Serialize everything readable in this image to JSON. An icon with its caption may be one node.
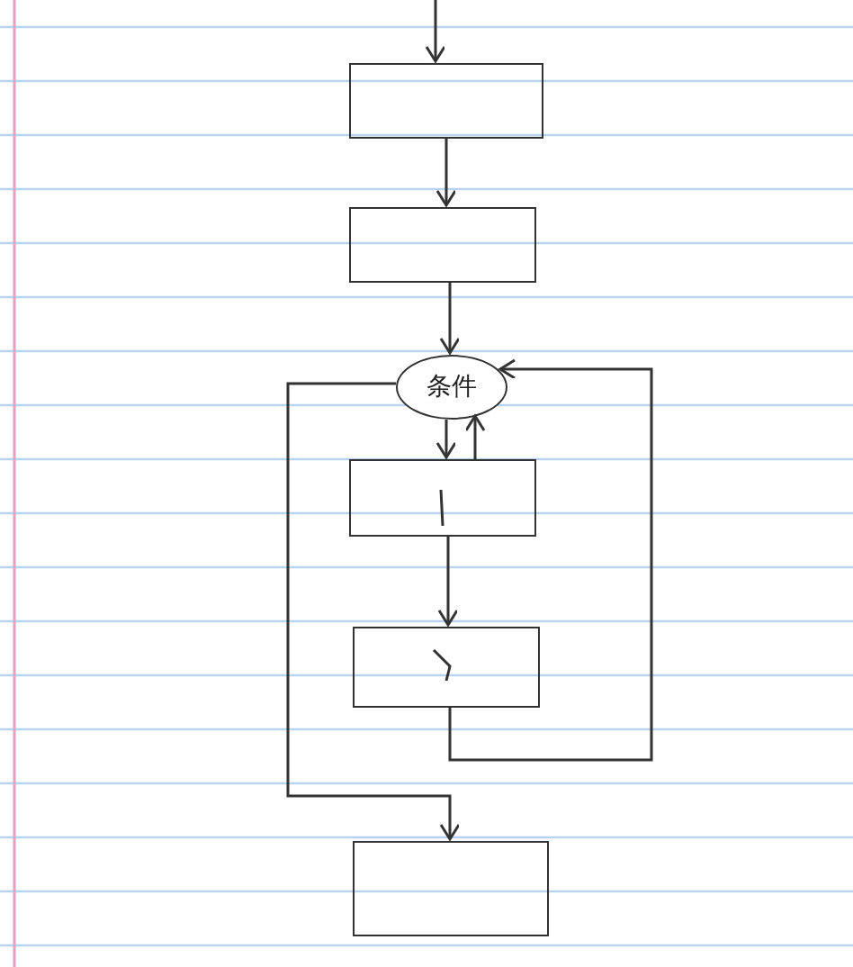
{
  "diagram": {
    "nodes": [
      {
        "text": [],
        "shape": "box"
      },
      {
        "text": [],
        "shape": "box"
      },
      {
        "text": [
          "条件"
        ]
      },
      {
        "text": [],
        "shape": "box"
      },
      {
        "text": [],
        "shape": "box"
      },
      {
        "text": [],
        "shape": "box"
      }
    ],
    "edges": [
      {
        "from": null,
        "to": 0,
        "arrow": "to"
      },
      {
        "from": 0,
        "to": 1,
        "arrow": "to"
      },
      {
        "from": 1,
        "to": 2,
        "arrow": "to"
      },
      {
        "from": 2,
        "to": 3,
        "arrow": "to"
      },
      {
        "from": 3,
        "to": 2,
        "arrow": "to"
      },
      {
        "from": 3,
        "to": 4,
        "arrow": "to"
      },
      {
        "from": 4,
        "to": 2,
        "arrow": "to"
      },
      {
        "from": 2,
        "to": 5,
        "arrow": "to"
      }
    ]
  }
}
